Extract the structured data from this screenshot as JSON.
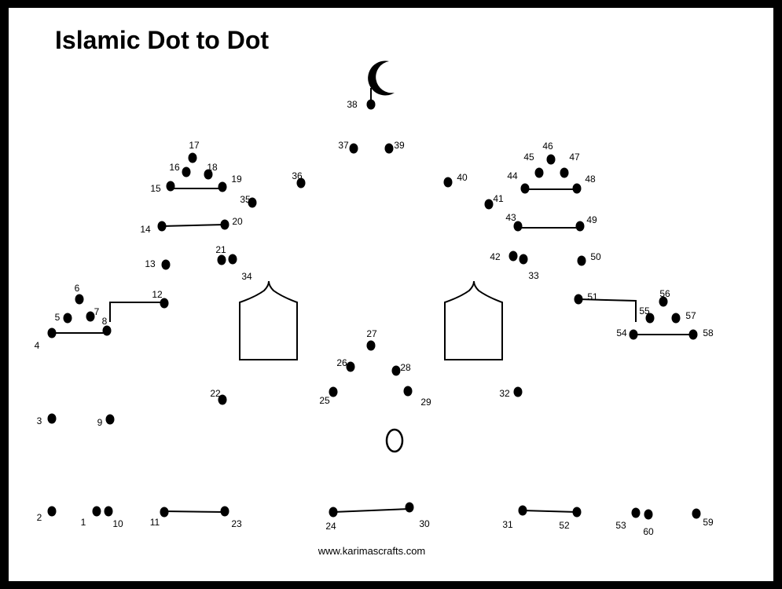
{
  "title": "Islamic Dot to Dot",
  "footer": "www.karimascrafts.com",
  "dot_labels": [
    "1",
    "2",
    "3",
    "4",
    "5",
    "6",
    "7",
    "8",
    "9",
    "10",
    "11",
    "12",
    "13",
    "14",
    "15",
    "16",
    "17",
    "18",
    "19",
    "20",
    "21",
    "22",
    "23",
    "24",
    "25",
    "26",
    "27",
    "28",
    "29",
    "30",
    "31",
    "32",
    "33",
    "34",
    "35",
    "36",
    "37",
    "38",
    "39",
    "40",
    "41",
    "42",
    "43",
    "44",
    "45",
    "46",
    "47",
    "48",
    "49",
    "50",
    "51",
    "52",
    "53",
    "54",
    "55",
    "56",
    "57",
    "58",
    "59",
    "60"
  ],
  "icons": [
    "crescent-moon-icon",
    "dome-window-icon",
    "dome-window-icon",
    "oval-door-icon"
  ],
  "colors": {
    "ink": "#000000",
    "paper": "#ffffff"
  }
}
